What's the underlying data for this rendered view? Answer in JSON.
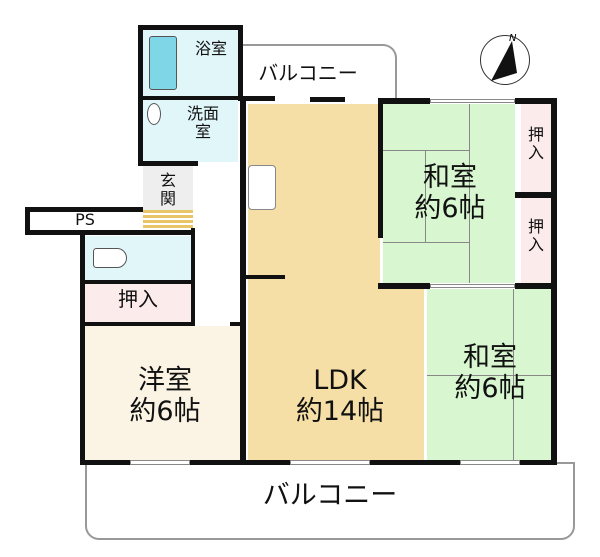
{
  "rooms": {
    "bath": "浴室",
    "washroom": "洗面\n室",
    "entrance": "玄\n関",
    "ps": "PS",
    "closet_left": "押入",
    "western_room": {
      "name": "洋室",
      "size": "約6帖"
    },
    "ldk": {
      "name": "LDK",
      "size": "約14帖"
    },
    "japanese_room_1": {
      "name": "和室",
      "size": "約6帖"
    },
    "japanese_room_2": {
      "name": "和室",
      "size": "約6帖"
    },
    "closet_right_1": "押\n入",
    "closet_right_2": "押\n入",
    "balcony_top": "バルコニー",
    "balcony_bottom": "バルコニー"
  },
  "compass": {
    "label": "N"
  },
  "colors": {
    "ldk": "#f6dfa6",
    "japanese": "#d8f6d0",
    "western": "#fbf4e4",
    "closet": "#fcebeb",
    "wet": "#e0f6f9",
    "tub": "#7fd6e6",
    "wall": "#111111"
  }
}
